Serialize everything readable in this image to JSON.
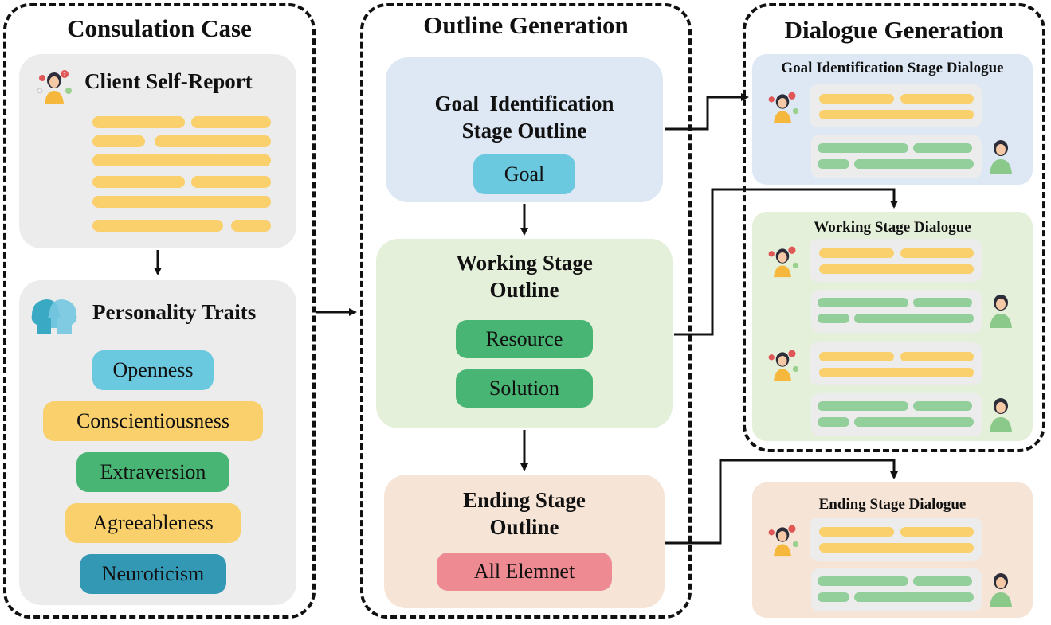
{
  "colors": {
    "goal_card": "#dde8f4",
    "working_card": "#e4f0d9",
    "ending_card": "#f6e4d6",
    "gray_card": "#ececec",
    "chip_blue": "#6ac8df",
    "chip_yellow": "#f9d06b",
    "chip_green": "#48b574",
    "chip_dark_blue": "#3398b4",
    "chip_pink": "#ee8a91",
    "bar_yellow": "#f9d06b",
    "bar_green": "#93cf9b"
  },
  "consultation": {
    "title": "Consulation Case",
    "self_report": {
      "title": "Client Self-Report",
      "icon": "client-avatar-icon"
    },
    "personality": {
      "title": "Personality Traits",
      "icon": "two-heads-icon",
      "traits": [
        "Openness",
        "Conscientiousness",
        "Extraversion",
        "Agreeableness",
        "Neuroticism"
      ]
    }
  },
  "outline": {
    "title": "Outline Generation",
    "goal": {
      "title_line1": "Goal  Identification",
      "title_line2": "Stage Outline",
      "chip": "Goal"
    },
    "working": {
      "title_line1": "Working Stage",
      "title_line2": "Outline",
      "chips": [
        "Resource",
        "Solution"
      ]
    },
    "ending": {
      "title_line1": "Ending Stage",
      "title_line2": "Outline",
      "chip": "All Elemnet"
    }
  },
  "dialogue": {
    "title": "Dialogue Generation",
    "goal_title": "Goal Identification Stage Dialogue",
    "working_title": "Working Stage Dialogue",
    "ending_title": "Ending Stage Dialogue",
    "client_icon": "client-avatar-icon",
    "counselor_icon": "counselor-avatar-icon"
  }
}
